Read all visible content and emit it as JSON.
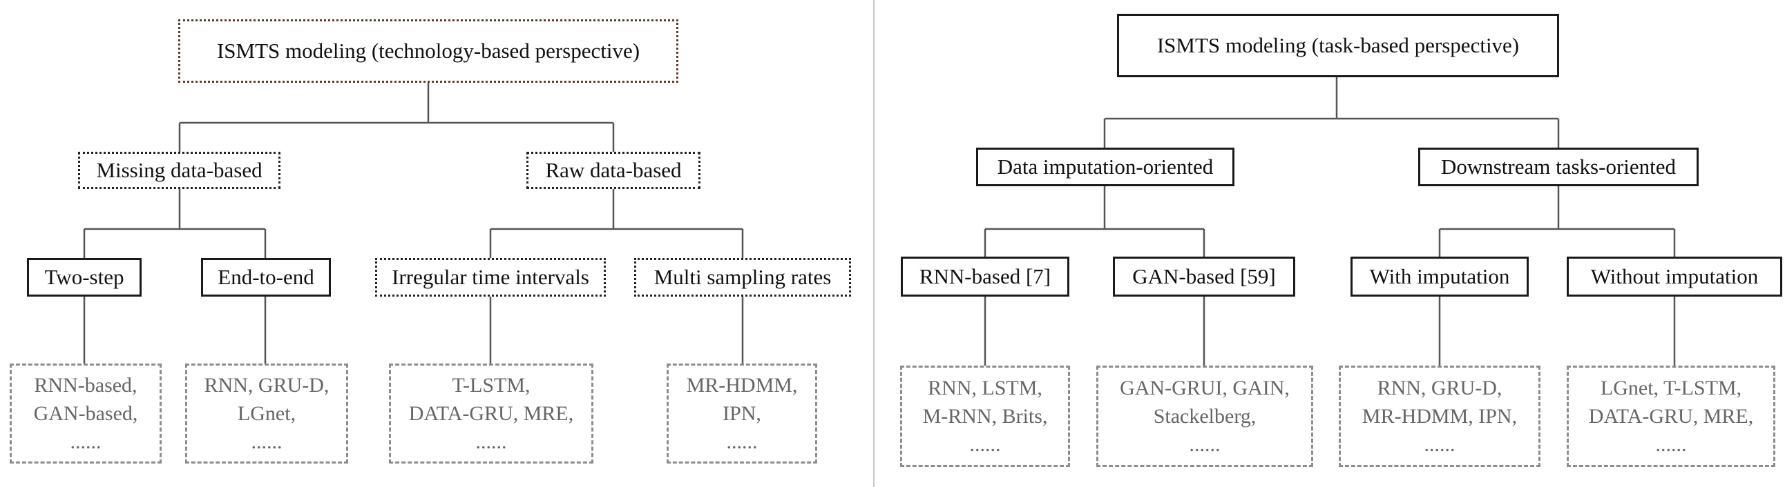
{
  "colors": {
    "box_border": "#1a1a1a",
    "leaf_border": "#8c8c8c",
    "leaf_text": "#666666",
    "connector": "#555555",
    "divider": "#c8c8c8"
  },
  "left_tree": {
    "root": "ISMTS modeling (technology-based perspective)",
    "missing": {
      "label": "Missing data-based",
      "two_step": {
        "label": "Two-step",
        "methods": [
          "RNN-based,",
          "GAN-based,",
          "......"
        ]
      },
      "end_to_end": {
        "label": "End-to-end",
        "methods": [
          "RNN, GRU-D,",
          "LGnet,",
          "......"
        ]
      }
    },
    "raw": {
      "label": "Raw data-based",
      "irregular": {
        "label": "Irregular time intervals",
        "methods": [
          "T-LSTM,",
          "DATA-GRU, MRE,",
          "......"
        ]
      },
      "multi": {
        "label": "Multi sampling rates",
        "methods": [
          "MR-HDMM,",
          "IPN,",
          "......"
        ]
      }
    }
  },
  "right_tree": {
    "root": "ISMTS modeling (task-based perspective)",
    "imputation": {
      "label": "Data imputation-oriented",
      "rnn": {
        "label": "RNN-based [7]",
        "methods": [
          "RNN, LSTM,",
          "M-RNN, Brits,",
          "......"
        ]
      },
      "gan": {
        "label": "GAN-based [59]",
        "methods": [
          "GAN-GRUI, GAIN,",
          "Stackelberg,",
          "......"
        ]
      }
    },
    "downstream": {
      "label": "Downstream tasks-oriented",
      "with": {
        "label": "With imputation",
        "methods": [
          "RNN, GRU-D,",
          "MR-HDMM, IPN,",
          "......"
        ]
      },
      "without": {
        "label": "Without imputation",
        "methods": [
          "LGnet, T-LSTM,",
          "DATA-GRU, MRE,",
          "......"
        ]
      }
    }
  }
}
